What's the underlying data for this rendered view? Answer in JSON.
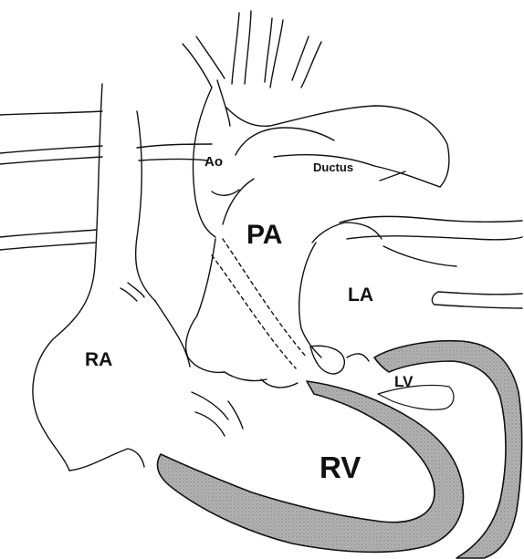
{
  "diagram": {
    "labels": {
      "ao": "Ao",
      "ductus": "Ductus",
      "pa": "PA",
      "la": "LA",
      "ra": "RA",
      "lv": "LV",
      "rv": "RV"
    },
    "colors": {
      "outline": "#111111",
      "shading": "#9a9a9a",
      "background": "#ffffff"
    }
  }
}
